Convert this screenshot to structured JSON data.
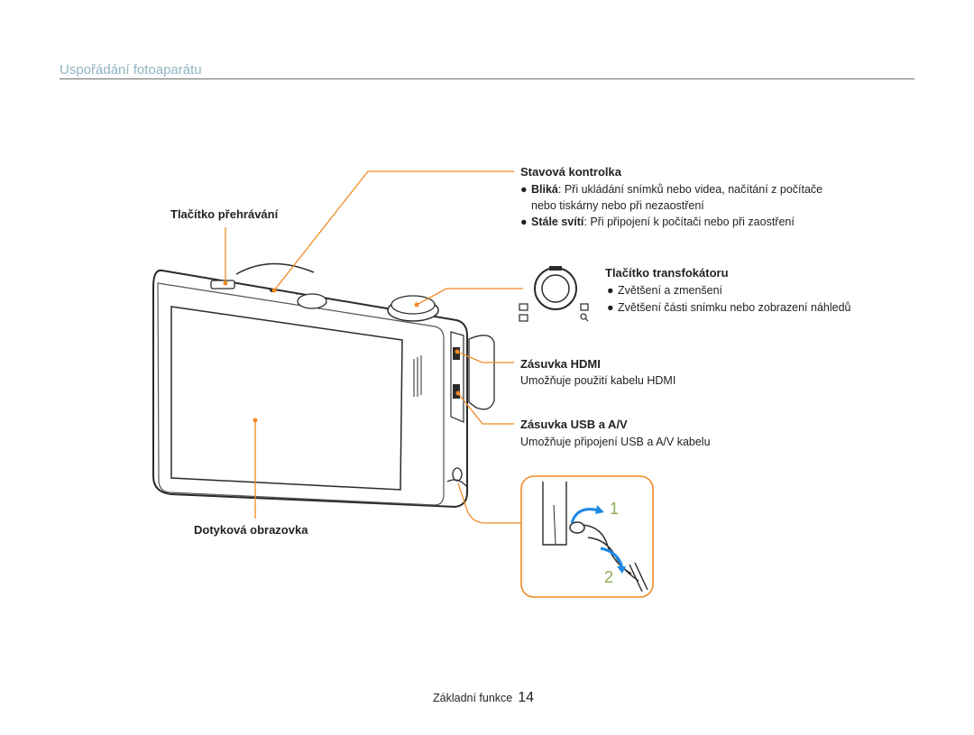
{
  "header": {
    "section_title": "Uspořádání fotoaparátu"
  },
  "callouts": {
    "status_lamp": {
      "title": "Stavová kontrolka",
      "items": [
        {
          "term": "Bliká",
          "rest": ": Při ukládání snímků nebo videa, načítání z počítače",
          "cont": "nebo tiskárny nebo při nezaostření"
        },
        {
          "term": "Stále svítí",
          "rest": ": Při připojení k počítači nebo při zaostření"
        }
      ]
    },
    "playback_button": {
      "title": "Tlačítko přehrávání"
    },
    "zoom_button": {
      "title": "Tlačítko transfokátoru",
      "items": [
        "Zvětšení a zmenšení",
        "Zvětšení části snímku nebo zobrazení náhledů"
      ]
    },
    "hdmi_port": {
      "title": "Zásuvka HDMI",
      "description": "Umožňuje použití kabelu HDMI"
    },
    "usb_av_port": {
      "title": "Zásuvka USB a A/V",
      "description": "Umožňuje připojení USB a A/V kabelu"
    },
    "touch_screen": {
      "title": "Dotyková obrazovka"
    }
  },
  "strap_steps": [
    "1",
    "2"
  ],
  "footer": {
    "label": "Základní funkce",
    "page": "14"
  },
  "colors": {
    "callout_line": "#f08a24",
    "accent_title": "#8fb4c2",
    "step_arrow": "#1e88e5",
    "step_number": "#8bab4e"
  }
}
